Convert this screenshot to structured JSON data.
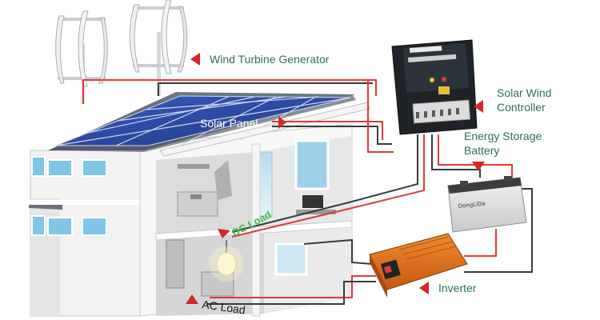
{
  "labels": {
    "wind_turbine": "Wind Turbine Generator",
    "solar_wind_controller_line1": "Solar Wind",
    "solar_wind_controller_line2": "Controller",
    "solar_panel": "Solar Panel",
    "energy_storage_line1": "Energy Storage",
    "energy_storage_line2": "Battery",
    "inverter": "Inverter",
    "dc_load": "DC Load",
    "ac_load": "AC Load"
  },
  "device_text": {
    "battery_brand": "DongLiDa"
  },
  "colors": {
    "label_text": "#2f6e57",
    "label_arrow": "#d6262b",
    "wire_red": "#e03a3a",
    "wire_dark": "#3a3a3a",
    "panel_blue": "#2d4aa0",
    "inverter_orange": "#e0701c",
    "dc_load_text": "#3fbf4a"
  },
  "icons": [
    "arrow-right-icon",
    "arrow-left-icon",
    "arrow-down-icon",
    "arrow-up-icon"
  ]
}
